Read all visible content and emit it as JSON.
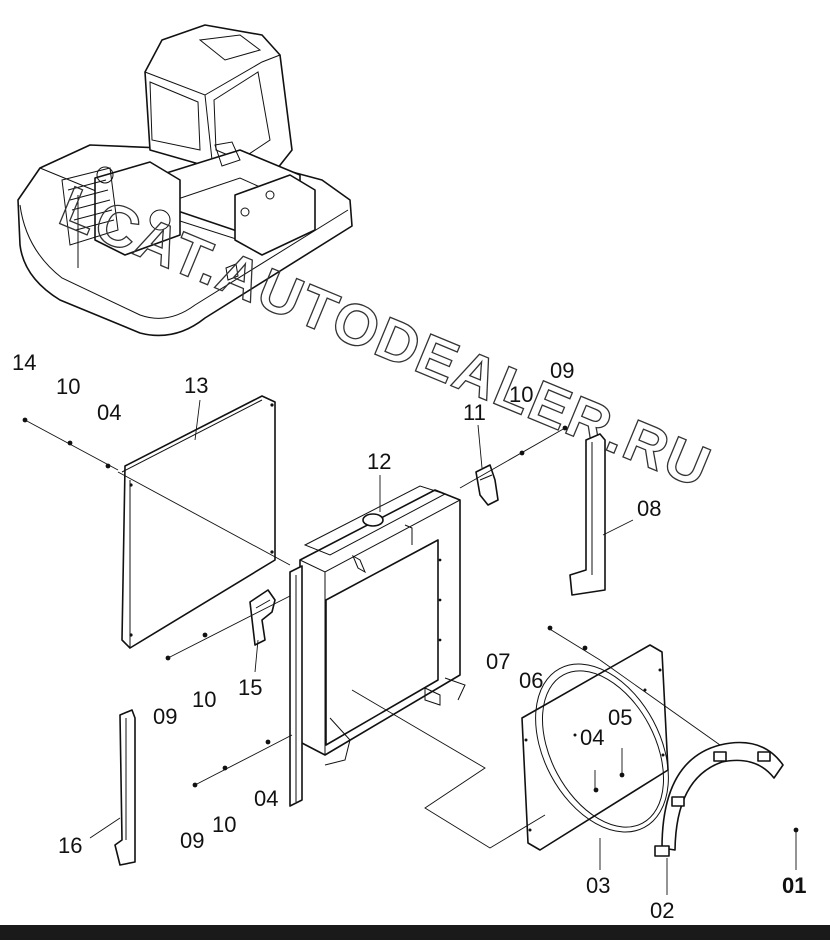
{
  "watermark": "LCAT.AUTODEALER.RU",
  "colors": {
    "ink": "#111111",
    "paper": "#ffffff",
    "bar": "#1a1a1a"
  },
  "callouts": {
    "c01": "01",
    "c02": "02",
    "c03": "03",
    "c04a": "04",
    "c04b": "04",
    "c04c": "04",
    "c05": "05",
    "c06": "06",
    "c07": "07",
    "c08": "08",
    "c09a": "09",
    "c09b": "09",
    "c09c": "09",
    "c10a": "10",
    "c10b": "10",
    "c10c": "10",
    "c10d": "10",
    "c11": "11",
    "c12": "12",
    "c13": "13",
    "c14": "14",
    "c15": "15",
    "c16": "16"
  }
}
